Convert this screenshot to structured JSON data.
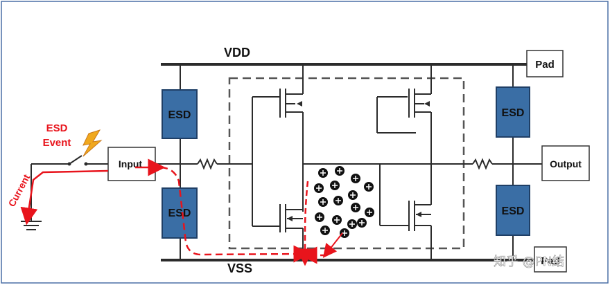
{
  "labels": {
    "vdd": "VDD",
    "vss": "VSS",
    "pad_top": "Pad",
    "pad_bottom": "Pad",
    "input": "Input",
    "output": "Output",
    "esd_event_line1": "ESD",
    "esd_event_line2": "Event",
    "current": "Current",
    "esd_block": "ESD"
  },
  "watermark": "知乎 @PN结",
  "colors": {
    "esd_fill": "#3a6ea5",
    "esd_stroke": "#1f3f66",
    "current_red": "#e8141c",
    "wire": "#2b2b2b",
    "frame": "#4a6fa5",
    "lightning": "#f0a81e"
  }
}
